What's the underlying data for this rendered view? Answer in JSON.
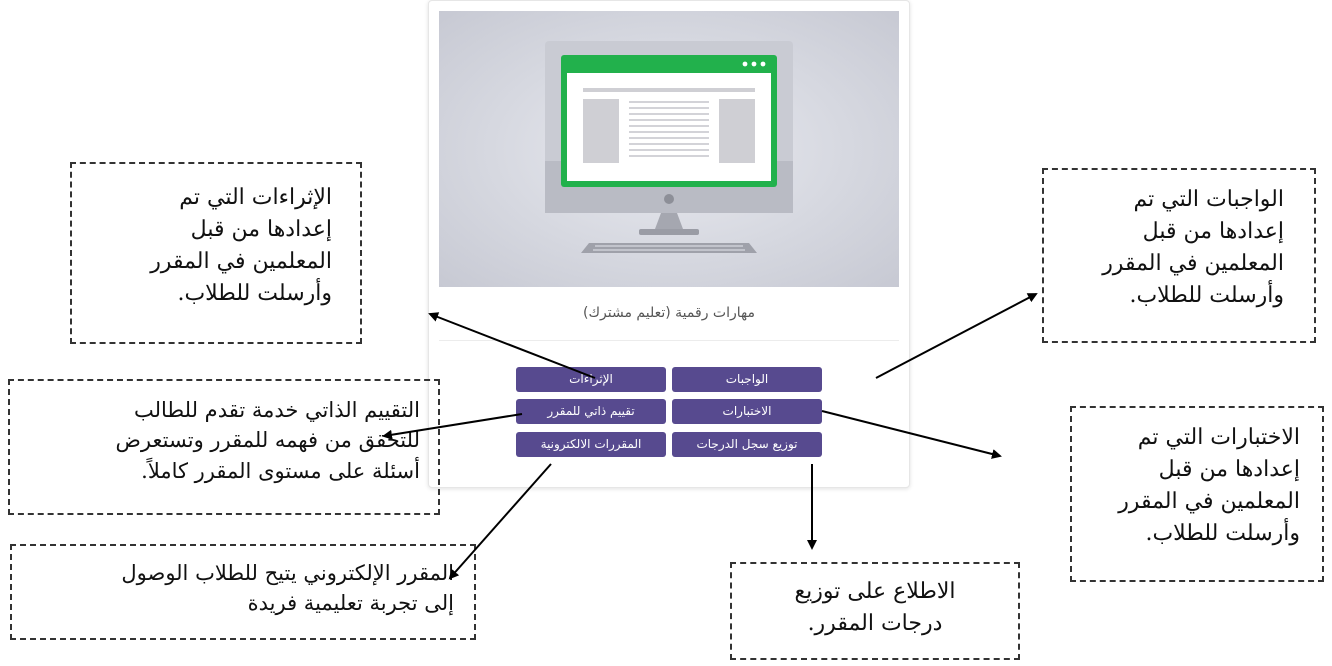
{
  "card": {
    "course_title": "مهارات رقمية (تعليم مشترك)",
    "buttons": {
      "assignments": "الواجبات",
      "enrichments": "الإثراءات",
      "tests": "الاختبارات",
      "self_assessment": "تقييم ذاتي للمقرر",
      "grade_distribution": "توزيع سجل الدرجات",
      "e_courses": "المقررات الالكترونية"
    },
    "colors": {
      "button_bg": "#574a8f",
      "screen_frame": "#22b14c"
    }
  },
  "callouts": {
    "enrichments": "الإثراءات التي تم\nإعدادها من قبل\nالمعلمين في المقرر\nوأرسلت للطلاب.",
    "assignments": "الواجبات التي تم\nإعدادها من قبل\nالمعلمين في المقرر\nوأرسلت للطلاب.",
    "self_assessment": "التقييم الذاتي خدمة تقدم للطالب\nللتحقق من فهمه للمقرر وتستعرض\nأسئلة على مستوى المقرر كاملاً.",
    "tests": "الاختبارات التي تم\nإعدادها من قبل\nالمعلمين في المقرر\nوأرسلت للطلاب.",
    "e_course": "المقرر الإلكتروني يتيح للطلاب الوصول\nإلى تجربة تعليمية فريدة",
    "grades": "الاطلاع على توزيع\nدرجات المقرر."
  }
}
